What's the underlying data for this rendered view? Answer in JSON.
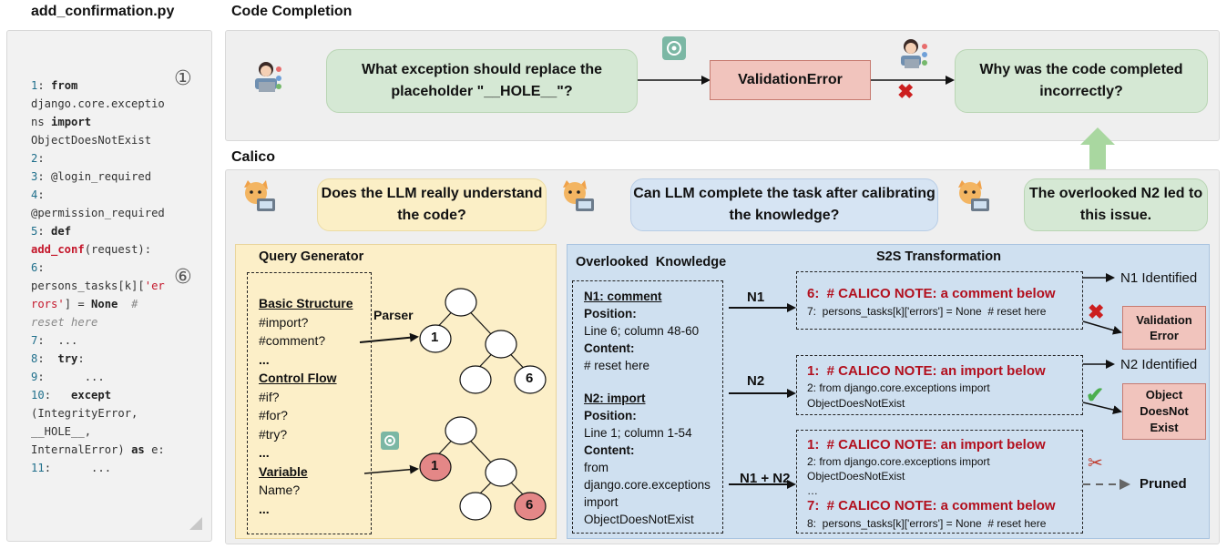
{
  "code_panel": {
    "title": "add_confirmation.py",
    "marker_one": "①",
    "marker_six": "⑥"
  },
  "code_completion": {
    "title": "Code Completion",
    "question": "What exception should replace the placeholder \"__HOLE__\"?",
    "answer": "ValidationError",
    "followup": "Why was the code completed incorrectly?"
  },
  "calico": {
    "title": "Calico",
    "q1": "Does the LLM really understand the code?",
    "q2": "Can LLM complete the task after calibrating the knowledge?",
    "q3": "The overlooked N2 led to this issue."
  },
  "query_generator": {
    "title": "Query Generator",
    "parser_label": "Parser",
    "node_1": "1",
    "node_6": "6"
  },
  "overlooked": {
    "title": "Overlooked  Knowledge",
    "n1_head": "N1: comment",
    "position_label": "Position:",
    "n1_pos": "Line 6; column 48-60",
    "content_label": "Content:",
    "n1_content": "# reset here",
    "n2_head": "N2: import",
    "n2_pos": "Line 1; column 1-54",
    "n2_content_1": "from",
    "n2_content_2": "django.core.exceptions",
    "n2_content_3": "import",
    "n2_content_4": "ObjectDoesNotExist"
  },
  "s2s": {
    "title": "S2S Transformation",
    "edge_n1": "N1",
    "edge_n2": "N2",
    "edge_n1n2": "N1 + N2",
    "box1_note": "6:  # CALICO NOTE: a comment below",
    "box1_line": "7:  persons_tasks[k]['errors'] = None  # reset here",
    "box2_note": "1:  # CALICO NOTE: an import below",
    "box2_line1": "2: from django.core.exceptions import",
    "box2_line2": "ObjectDoesNotExist",
    "box3_note1": "1:  # CALICO NOTE: an import below",
    "box3_line1": "2: from django.core.exceptions import",
    "box3_line2": "ObjectDoesNotExist",
    "box3_dots": "…",
    "box3_note2": "7:  # CALICO NOTE: a comment below",
    "box3_line3": "8:  persons_tasks[k]['errors'] = None  # reset here",
    "out_n1": "N1 Identified",
    "out_n2": "N2 Identified",
    "out_pruned": "Pruned",
    "result_1a": "Validation",
    "result_1b": "Error",
    "result_2a": "Object",
    "result_2b": "DoesNot",
    "result_2c": "Exist"
  },
  "colors": {
    "green_bubble": "#d5e8d4",
    "yellow_bubble": "#fbefc6",
    "blue_bubble": "#d6e4f3",
    "error_box": "#f1c4bd",
    "node_red": "#e48787",
    "note_red": "#b2101e",
    "up_arrow": "#a9d7a0"
  },
  "icons": [
    "user-at-laptop-icon",
    "chatgpt-logo-icon",
    "cat-at-laptop-icon",
    "red-cross-icon",
    "green-check-icon",
    "scissors-icon"
  ]
}
